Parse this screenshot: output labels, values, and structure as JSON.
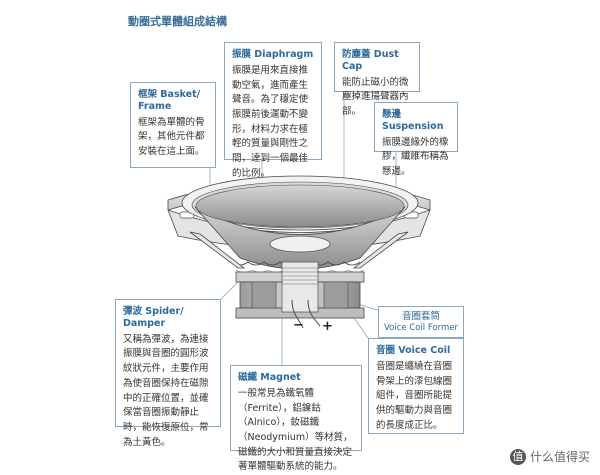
{
  "title": "動圈式單體組成結構",
  "callouts": {
    "diaphragm": {
      "title": "振膜 Diaphragm",
      "body": "振膜是用來直接推動空氣，進而產生聲音。為了穩定使振膜前後運動不變形，材料力求在極輕的質量與剛性之間，達到一個最佳的比例。"
    },
    "dustcap": {
      "title": "防塵蓋 Dust Cap",
      "body": "能防止磁小的微塵掉進揚聲器內部。"
    },
    "basket": {
      "title": "框架 Basket/ Frame",
      "body": "框架為單體的骨架，其他元件都安裝在這上面。"
    },
    "suspension": {
      "title": "懸邊 Suspension",
      "body": "振膜邊緣外的橡膠，纖維布稱為懸邊。"
    },
    "spider": {
      "title": "彈波 Spider/ Damper",
      "body": "又稱為彈波，為連接振膜與音圈的圓形波紋狀元件，主要作用為使音圈保持在磁隙中的正確位置，並確保當音圈振動靜止時，能恢復原位，常為土黃色。"
    },
    "voicecoilformer": {
      "title": "音圈套筒",
      "subtitle": "Voice Coil Former"
    },
    "magnet": {
      "title": "磁鐵 Magnet",
      "body": "一般常見為鐵氧體（Ferrite），鋁鎳鈷（Alnico），釹磁鐵（Neodymium）等材質，磁鐵的大小和質量直接決定著單體驅動系統的能力。"
    },
    "voicecoil": {
      "title": "音圈 Voice Coil",
      "body": "音圈是纏繞在音圈骨架上的漆包線圈組件，音圈所能提供的驅動力與音圈的長度成正比。"
    }
  },
  "terminals": {
    "minus": "−",
    "plus": "+"
  },
  "watermark": {
    "text": "什么值得买",
    "mark": "值"
  },
  "colors": {
    "accent": "#2e6a9c",
    "line": "#8aa7c0",
    "drawing": "#4a4a4a"
  }
}
